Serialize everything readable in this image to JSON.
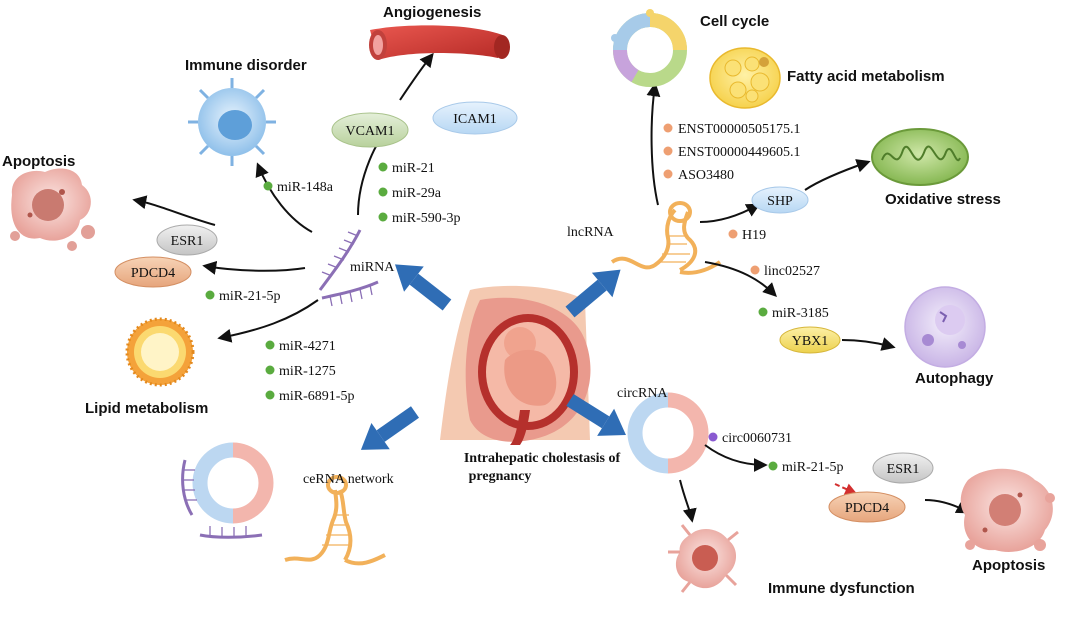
{
  "center": {
    "line1": "Intrahepatic cholestasis of",
    "line2": "pregnancy"
  },
  "categories": {
    "mirna": "miRNA",
    "lncrna": "lncRNA",
    "circrna": "circRNA",
    "cerna": "ceRNA network"
  },
  "outcomes": {
    "angiogenesis": "Angiogenesis",
    "immune_disorder": "Immune disorder",
    "apoptosis_left": "Apoptosis",
    "lipid_metabolism": "Lipid metabolism",
    "cell_cycle": "Cell cycle",
    "fatty_acid": "Fatty acid metabolism",
    "oxidative_stress": "Oxidative stress",
    "autophagy": "Autophagy",
    "immune_dysfunction": "Immune dysfunction",
    "apoptosis_right": "Apoptosis"
  },
  "genes": {
    "vcam1": "VCAM1",
    "icam1": "ICAM1",
    "esr1_left": "ESR1",
    "pdcd4_left": "PDCD4",
    "shp": "SHP",
    "ybx1": "YBX1",
    "esr1_right": "ESR1",
    "pdcd4_right": "PDCD4"
  },
  "labels": {
    "mir148a": "miR-148a",
    "mir21": "miR-21",
    "mir29a": "miR-29a",
    "mir5903p": "miR-590-3p",
    "mir215p_left": "miR-21-5p",
    "mir4271": "miR-4271",
    "mir1275": "miR-1275",
    "mir68915p": "miR-6891-5p",
    "enst1": "ENST00000505175.1",
    "enst2": "ENST00000449605.1",
    "aso": "ASO3480",
    "h19": "H19",
    "linc": "linc02527",
    "mir3185": "miR-3185",
    "circ": "circ0060731",
    "mir215p_right": "miR-21-5p"
  },
  "colors": {
    "mirna_dot": "#5aab3f",
    "lncrna_dot": "#ee9f72",
    "circrna_dot": "#8a5ad1",
    "big_arrow": "#2f6db5",
    "inhibit_arrow": "#d32f2f"
  }
}
